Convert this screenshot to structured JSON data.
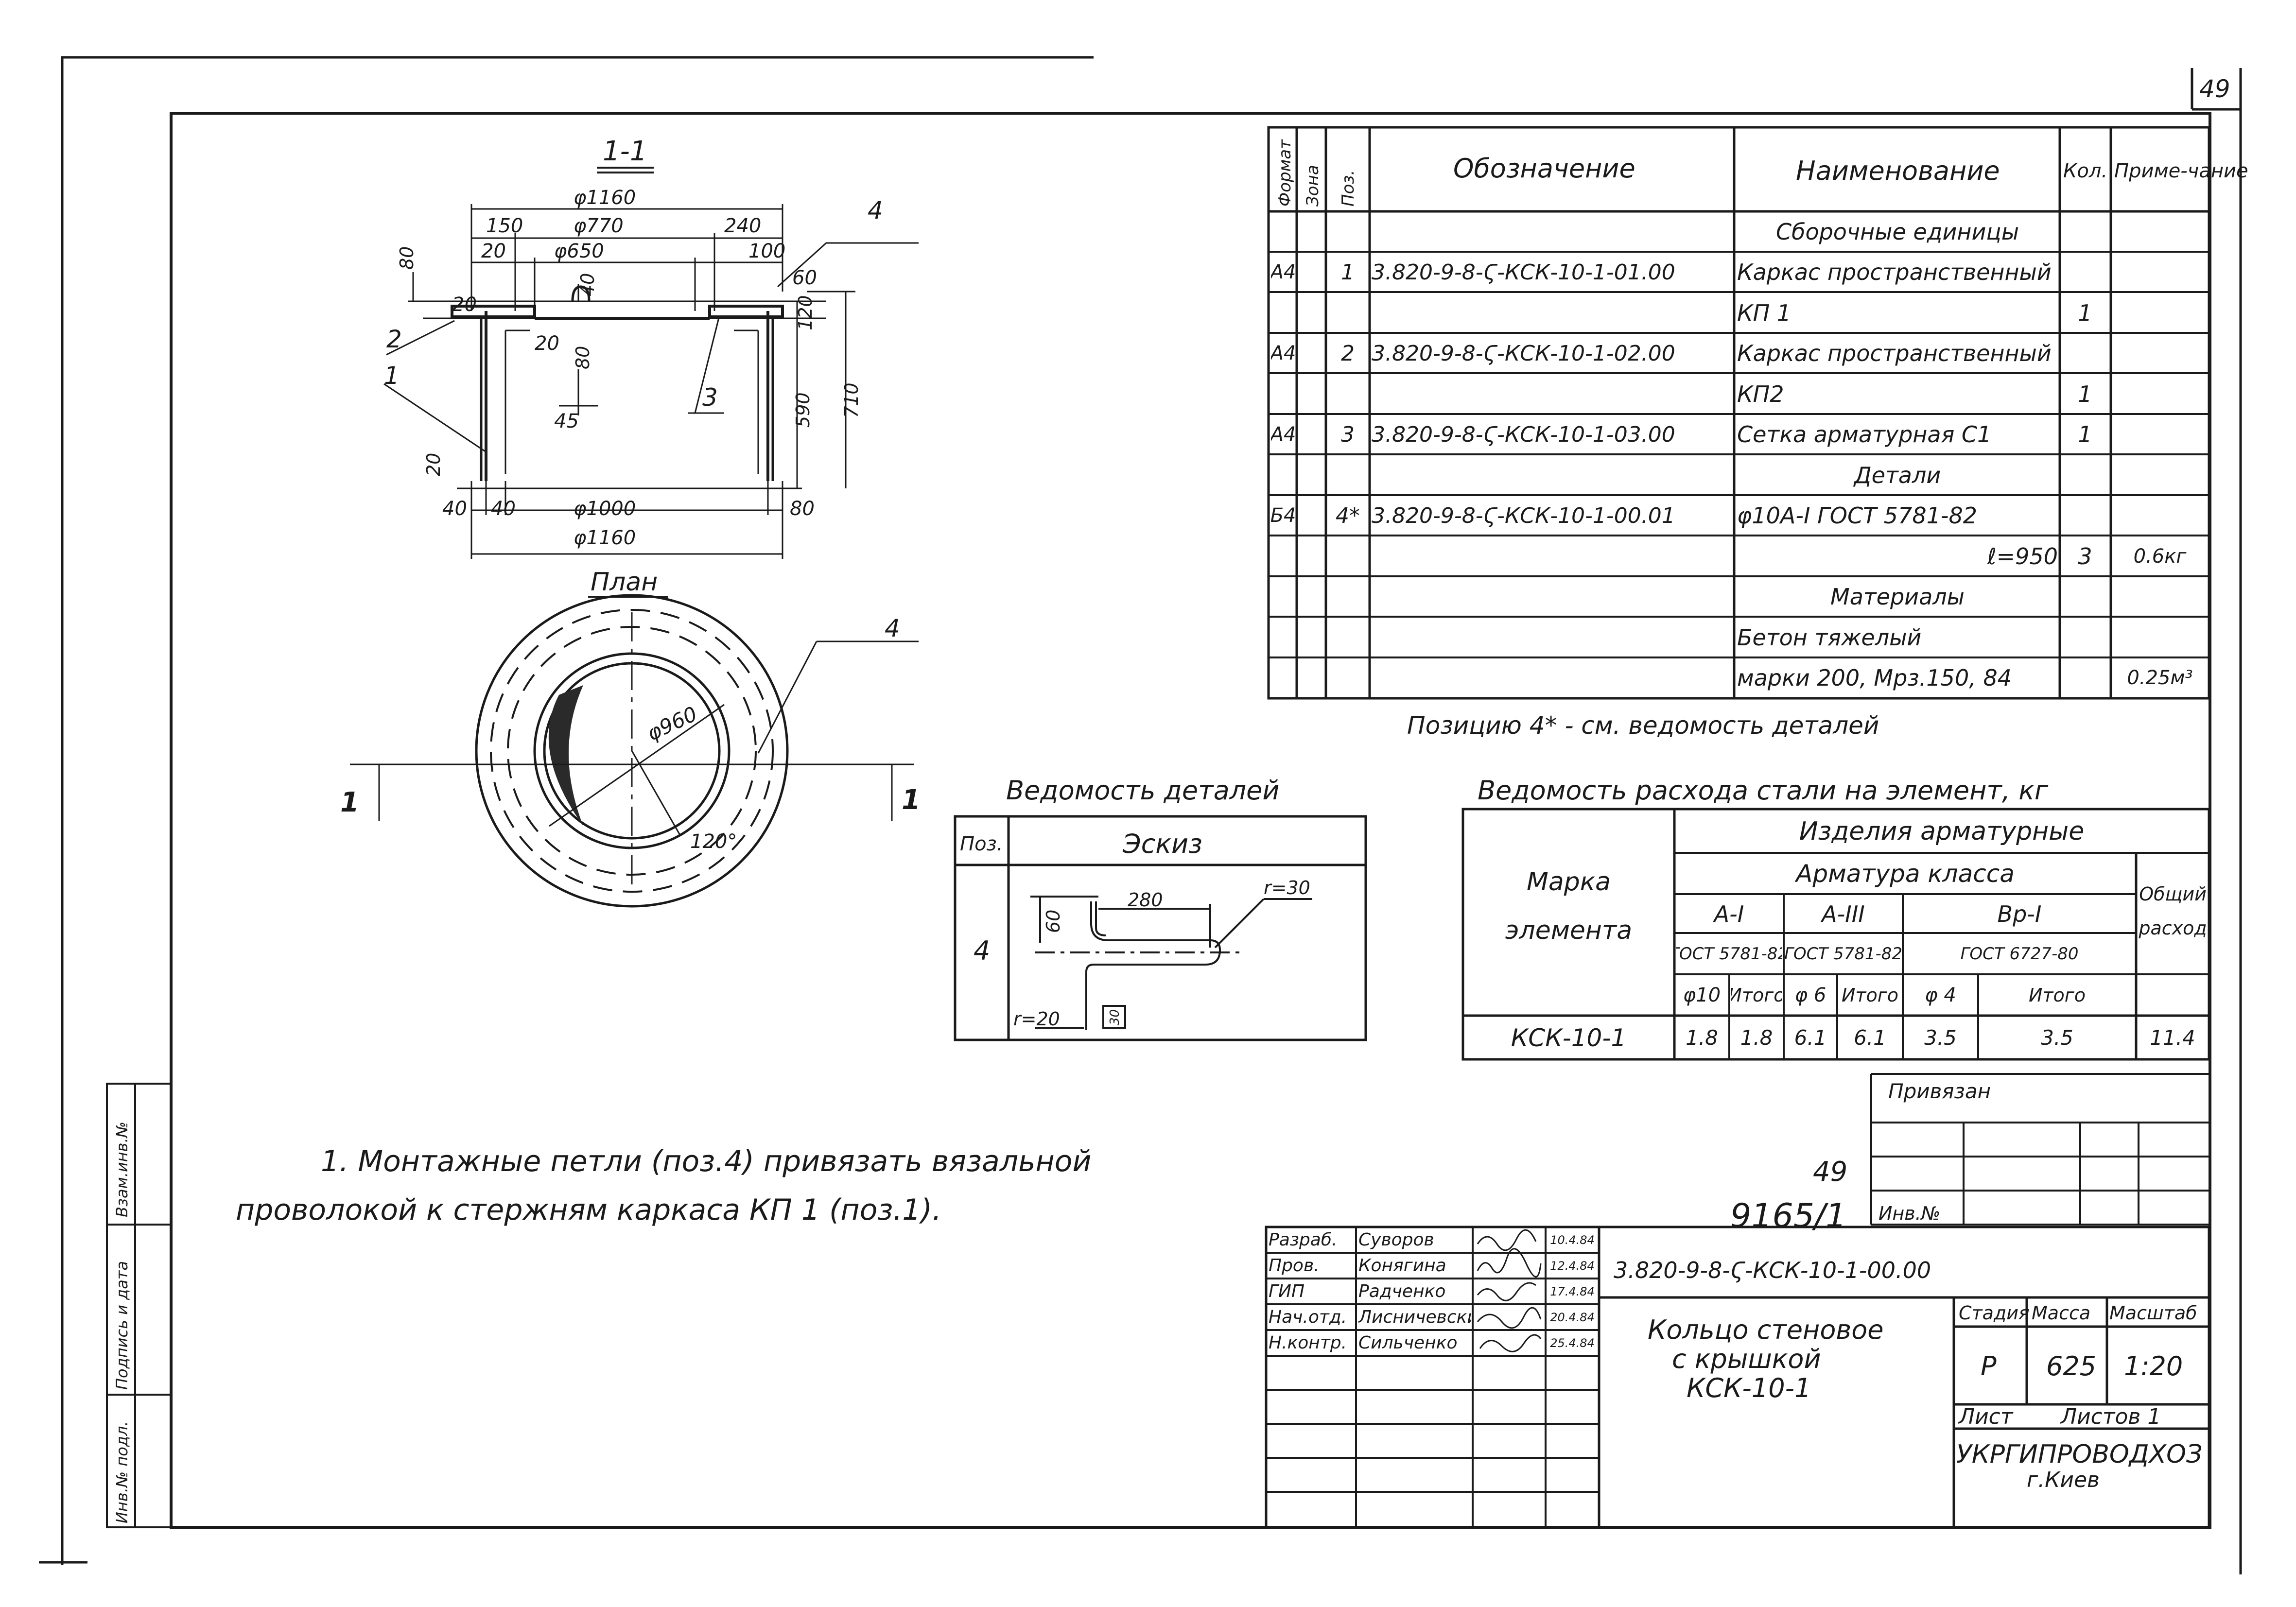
{
  "page_number": "49",
  "section": {
    "title": "1-1",
    "dims": {
      "d1160_top": "φ1160",
      "d770": "φ770",
      "d650": "φ650",
      "d1000": "φ1000",
      "d1160_bot": "φ1160",
      "w150": "150",
      "w240": "240",
      "w20_top": "20",
      "w100": "100",
      "w60": "60",
      "w80_left": "80",
      "w20_mid": "20",
      "w40_top": "40",
      "w120": "120",
      "w20_inner": "20",
      "w80_inner": "80",
      "w45": "45",
      "h590": "590",
      "h710": "710",
      "w20_low": "20",
      "w40_a": "40",
      "w40_b": "40",
      "w80_right": "80"
    },
    "callouts": [
      "1",
      "2",
      "3",
      "4"
    ]
  },
  "plan": {
    "title": "План",
    "d960": "φ960",
    "angle": "120°",
    "callout": "4",
    "cut_mark_left": "1",
    "cut_mark_right": "1"
  },
  "spec_table": {
    "headers": {
      "format": "Формат",
      "zone": "Зона",
      "pos": "Поз.",
      "designation": "Обозначение",
      "name": "Наименование",
      "qty": "Кол.",
      "note": "Приме-чание"
    },
    "rows": [
      {
        "format": "",
        "pos": "",
        "designation": "",
        "name": "Сборочные единицы",
        "qty": "",
        "note": ""
      },
      {
        "format": "А4",
        "pos": "1",
        "designation": "3.820-9-8-Ϛ-КСК-10-1-01.00",
        "name": "Каркас пространственный",
        "qty": "",
        "note": ""
      },
      {
        "format": "",
        "pos": "",
        "designation": "",
        "name": "КП 1",
        "qty": "1",
        "note": ""
      },
      {
        "format": "А4",
        "pos": "2",
        "designation": "3.820-9-8-Ϛ-КСК-10-1-02.00",
        "name": "Каркас пространственный",
        "qty": "",
        "note": ""
      },
      {
        "format": "",
        "pos": "",
        "designation": "",
        "name": "КП2",
        "qty": "1",
        "note": ""
      },
      {
        "format": "А4",
        "pos": "3",
        "designation": "3.820-9-8-Ϛ-КСК-10-1-03.00",
        "name": "Сетка арматурная С1",
        "qty": "1",
        "note": ""
      },
      {
        "format": "",
        "pos": "",
        "designation": "",
        "name": "Детали",
        "qty": "",
        "note": ""
      },
      {
        "format": "Б4",
        "pos": "4*",
        "designation": "3.820-9-8-Ϛ-КСК-10-1-00.01",
        "name": "φ10А-I ГОСТ 5781-82",
        "qty": "",
        "note": ""
      },
      {
        "format": "",
        "pos": "",
        "designation": "",
        "name": "ℓ=950",
        "qty": "3",
        "note": "0.6кг"
      },
      {
        "format": "",
        "pos": "",
        "designation": "",
        "name": "Материалы",
        "qty": "",
        "note": ""
      },
      {
        "format": "",
        "pos": "",
        "designation": "",
        "name": "Бетон тяжелый",
        "qty": "",
        "note": ""
      },
      {
        "format": "",
        "pos": "",
        "designation": "",
        "name": "марки 200, Мрз.150, 84",
        "qty": "",
        "note": "0.25м³"
      }
    ],
    "footnote": "Позицию 4* - см. ведомость деталей"
  },
  "details_table": {
    "title": "Ведомость деталей",
    "col_pos": "Поз.",
    "col_sketch": "Эскиз",
    "pos": "4",
    "sketch_dims": {
      "d280": "280",
      "d60": "60",
      "r30": "r=30",
      "r20": "r=20",
      "d30": "30"
    }
  },
  "steel_table": {
    "title": "Ведомость расхода стали на элемент, кг",
    "mark_header": "Марка элемента",
    "group_header": "Изделия арматурные",
    "class_header": "Арматура класса",
    "total_header": "Общий расход",
    "classes": [
      {
        "name": "А-I",
        "gost": "ГОСТ 5781-82",
        "dia": "φ10",
        "total_label": "Итого"
      },
      {
        "name": "А-III",
        "gost": "ГОСТ 5781-82",
        "dia": "φ 6",
        "total_label": "Итого"
      },
      {
        "name": "Вр-I",
        "gost": "ГОСТ 6727-80",
        "dia": "φ 4",
        "total_label": "Итого"
      }
    ],
    "row": {
      "mark": "КСК-10-1",
      "values": [
        "1.8",
        "1.8",
        "6.1",
        "6.1",
        "3.5",
        "3.5",
        "11.4"
      ]
    }
  },
  "note": {
    "line1": "1. Монтажные петли (поз.4) привязать вязальной",
    "line2": "проволокой к стержням каркаса КП 1 (поз.1)."
  },
  "binding_box": {
    "label": "Привязан",
    "inv_label": "Инв.№"
  },
  "stamp": {
    "sheet_no": "49",
    "code_num": "9165/1",
    "document_code": "3.820-9-8-Ϛ-КСК-10-1-00.00",
    "title_line1": "Кольцо стеновое",
    "title_line2": "с крышкой",
    "title_line3": "КСК-10-1",
    "stage_label": "Стадия",
    "mass_label": "Масса",
    "scale_label": "Масштаб",
    "stage": "Р",
    "mass": "625",
    "scale": "1:20",
    "sheet_label": "Лист",
    "sheets_label": "Листов 1",
    "org": "УКРГИПРОВОДХОЗ",
    "city": "г.Киев",
    "signers": [
      {
        "role": "Разраб.",
        "name": "Суворов",
        "date": "10.4.84"
      },
      {
        "role": "Пров.",
        "name": "Конягина",
        "date": "12.4.84"
      },
      {
        "role": "ГИП",
        "name": "Радченко",
        "date": "17.4.84"
      },
      {
        "role": "Нач.отд.",
        "name": "Лисничевский",
        "date": "20.4.84"
      },
      {
        "role": "Н.контр.",
        "name": "Сильченко",
        "date": "25.4.84"
      }
    ]
  },
  "side_stamp": {
    "inv_orig": "Инв.№ подл.",
    "sign_date": "Подпись и дата",
    "replace_inv": "Взам.инв.№"
  }
}
